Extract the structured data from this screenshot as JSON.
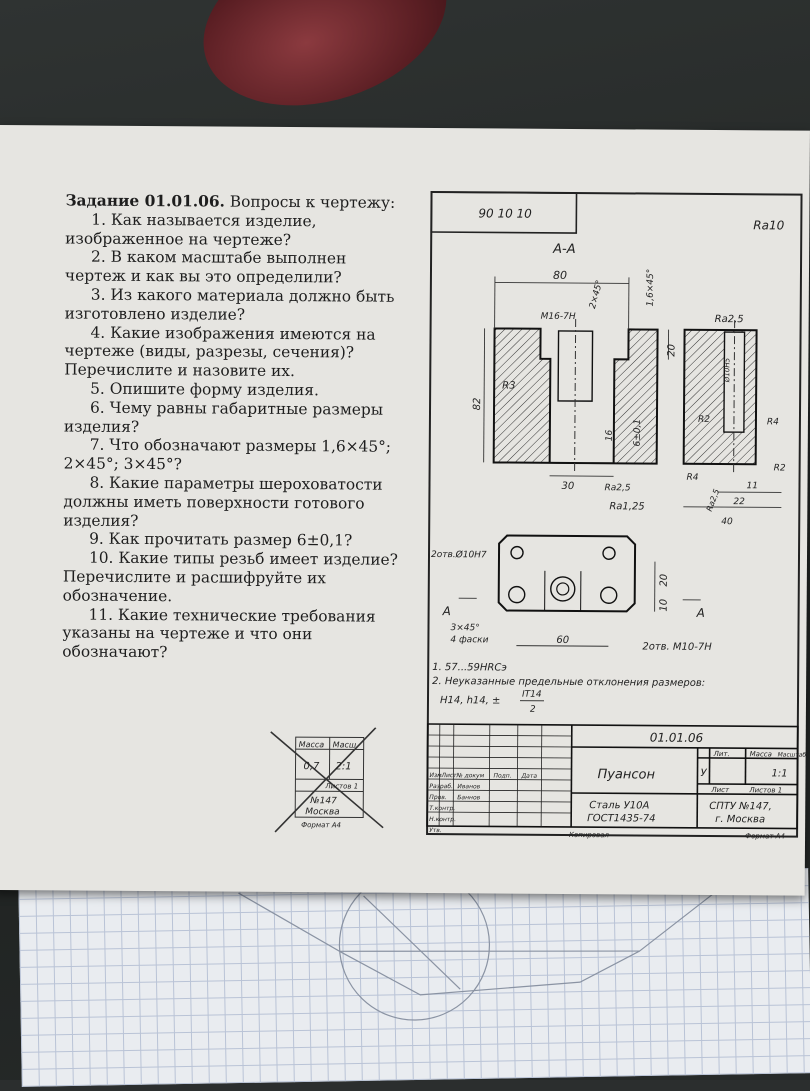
{
  "task": {
    "title": "Задание 01.01.06.",
    "intro": "Вопросы к чертежу:",
    "questions": [
      "1. Как называется изделие, изображенное на чертеже?",
      "2. В каком масштабе выполнен чертеж и как вы это определили?",
      "3. Из какого материала должно быть изготовлено изделие?",
      "4. Какие изображения имеются на чертеже (виды, разрезы, сечения)? Перечислите и назовите их.",
      "5. Опишите форму изделия.",
      "6. Чему равны габаритные размеры изделия?",
      "7. Что обозначают размеры 1,6×45°; 2×45°; 3×45°?",
      "8. Какие параметры шероховатости должны иметь поверхности готового изделия?",
      "9. Как прочитать размер 6±0,1?",
      "10. Какие типы резьб имеет изделие? Перечислите и расшифруйте их обозначение.",
      "11. Какие технические требования указаны на чертеже и что они обозначают?"
    ]
  },
  "drawing": {
    "code_box": "90 10 10",
    "roughness_general": "Ra10",
    "section_label": "А-А",
    "dimensions": {
      "width_80": "80",
      "thread_m16": "М16-7Н",
      "chamfer_2": "2×45°",
      "chamfer_16": "1,6×45°",
      "h20": "20",
      "h82": "82",
      "r3": "R3",
      "d16": "16",
      "tol": "6±0,1",
      "w30": "30",
      "ra25a": "Ra2,5",
      "ra125": "Ra1,25",
      "ra25b": "Ra2,5",
      "hole10h5": "Ø10Н5",
      "r2a": "R2",
      "r4a": "R4",
      "r2b": "R2",
      "r4b": "R4",
      "ra2c": "Ra2,5",
      "w11": "11",
      "w22": "22",
      "w40": "40",
      "holes_10h7": "2отв.Ø10Н7",
      "plan20": "20",
      "plan10": "10",
      "chamfer3": "3×45°",
      "chamfer3_note": "4 фаски",
      "w60": "60",
      "holes_m10": "2отв. М10-7Н",
      "cut_a_left": "А",
      "cut_a_right": "А"
    },
    "notes": {
      "n1": "1. 57...59HRCэ",
      "n2": "2. Неуказанные предельные отклонения размеров:",
      "n3": "Н14, h14, ±",
      "frac_top": "IT14",
      "frac_bot": "2"
    },
    "title_block": {
      "doc_no": "01.01.06",
      "part_name": "Пуансон",
      "lit": "Лит.",
      "mass": "Масса",
      "scale_h": "Масштаб",
      "lit_val": "У",
      "scale_val": "1:1",
      "sheet": "Лист",
      "sheets": "Листов 1",
      "material1": "Сталь У10А",
      "material2": "ГОСТ1435-74",
      "org1": "СПТУ №147,",
      "org2": "г. Москва",
      "rows": [
        "Изм",
        "Лист",
        "№ докум",
        "Подп.",
        "Дата"
      ],
      "role1": "Разраб.",
      "name1": "Иванов",
      "role2": "Пров.",
      "name2": "Баннов",
      "role3": "Т.контр.",
      "role4": "Н.контр.",
      "role5": "Утв.",
      "copied": "Копировал",
      "format": "Формат А4"
    }
  },
  "stamp": {
    "mass": "Масса",
    "scale": "Масш",
    "val1": "0,7",
    "val2": "2:1",
    "sheets": "Листов 1",
    "org": "№147",
    "city": "Москва",
    "format": "Формат А4"
  }
}
